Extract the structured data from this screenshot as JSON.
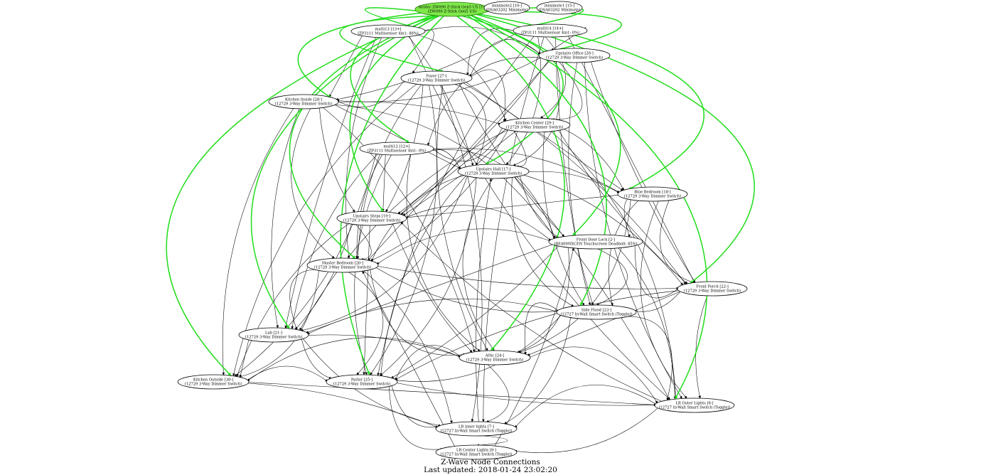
{
  "diagram": {
    "caption_title": "Z-Wave Node Connections",
    "caption_updated": "Last updated: 2018-01-24 23:02:20",
    "colors": {
      "controller_fill": "#7fe84a",
      "green_edge": "#22dd1c",
      "edge": "#000000"
    },
    "nodes": [
      {
        "id": "ctrl",
        "kind": "controller",
        "line1": "Aeotec ZW090 Z-Stick Gen5 US [1-]",
        "line2": "(ZW090 Z-Stick Gen5 US)"
      },
      {
        "id": "mm2",
        "line1": "minimote2 [10-]",
        "line2": "(DSA03202 Minimote)"
      },
      {
        "id": "mm1",
        "line1": "minimote1 [15-]",
        "line2": "(DSA03202 Minimote)"
      },
      {
        "id": "m13",
        "line1": "multi13 [13+]",
        "line2": "(ZP3111 Multisensor 4in1: 88%)"
      },
      {
        "id": "m14",
        "line1": "multi14 [14+]",
        "line2": "(ZP3111 Multisensor 4in1: 0%)"
      },
      {
        "id": "upo",
        "line1": "Upstairs Office [26-]",
        "line2": "(12729 3-Way Dimmer Switch)"
      },
      {
        "id": "foyer",
        "line1": "Foyer [27-]",
        "line2": "(12729 3-Way Dimmer Switch)"
      },
      {
        "id": "kin",
        "line1": "Kitchen Inside [28-]",
        "line2": "(12729 3-Way Dimmer Switch)"
      },
      {
        "id": "kc",
        "line1": "Kitchen Center [29-]",
        "line2": "(12729 3-Way Dimmer Switch)"
      },
      {
        "id": "m12",
        "line1": "multi12 [12+]",
        "line2": "(ZP3111 Multisensor 4in1: 0%)"
      },
      {
        "id": "uph",
        "line1": "Upstairs Hall [17-]",
        "line2": "(12729 3-Way Dimmer Switch)"
      },
      {
        "id": "bb",
        "line1": "Blue Bedroom [18-]",
        "line2": "(12729 3-Way Dimmer Switch)"
      },
      {
        "id": "ups",
        "line1": "Upstairs Steps [19-]",
        "line2": "(12729 3-Way Dimmer Switch)"
      },
      {
        "id": "fdl",
        "line1": "Front Door Lock [2-]",
        "line2": "(BE469NXCEN Touchscreen Deadbolt: 85%)"
      },
      {
        "id": "mb",
        "line1": "Master Bedroom [20-]",
        "line2": "(12729 3-Way Dimmer Switch)"
      },
      {
        "id": "fp",
        "line1": "Front Porch [22-]",
        "line2": "(12729 3-Way Dimmer Switch)"
      },
      {
        "id": "sf",
        "line1": "Side Flood [23-]",
        "line2": "(12727 In-Wall Smart Switch (Toggle))"
      },
      {
        "id": "lab",
        "line1": "Lab [21-]",
        "line2": "(12729 3-Way Dimmer Switch)"
      },
      {
        "id": "attic",
        "line1": "Attic [24-]",
        "line2": "(12729 3-Way Dimmer Switch)"
      },
      {
        "id": "ko",
        "line1": "Kitchen Outside [30-]",
        "line2": "(12729 3-Way Dimmer Switch)"
      },
      {
        "id": "parlor",
        "line1": "Parlor [25-]",
        "line2": "(12729 3-Way Dimmer Switch)"
      },
      {
        "id": "lro",
        "line1": "LR Outer Lights [6-]",
        "line2": "(12727 In-Wall Smart Switch (Toggle))"
      },
      {
        "id": "lri",
        "line1": "LR inner lights [7-]",
        "line2": "(12727 In-Wall Smart Switch (Toggle))"
      },
      {
        "id": "lrc",
        "line1": "LR Center Lights [8-]",
        "line2": "(12727 In-Wall Smart Switch (Toggle))"
      }
    ]
  }
}
